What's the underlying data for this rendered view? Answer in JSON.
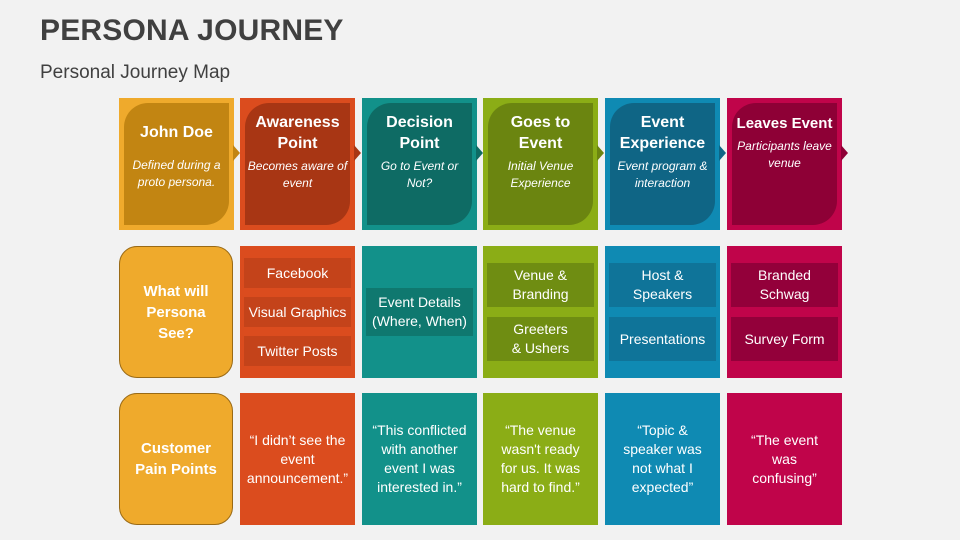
{
  "header": {
    "title": "PERSONA JOURNEY",
    "subtitle": "Personal Journey Map"
  },
  "colors": {
    "yellow": "#efaa2c",
    "yellow_dark": "#c28512",
    "orange": "#db4c1e",
    "orange_dark": "#a83614",
    "teal": "#12918a",
    "teal_dark": "#0e6b64",
    "green": "#8bad16",
    "green_dark": "#6b8510",
    "blue": "#0f8ab3",
    "blue_dark": "#0f6585",
    "crimson": "#c0044a",
    "crimson_dark": "#8e0036",
    "chip_orange": "#c4431a",
    "chip_teal": "#0f786f",
    "chip_green": "#6f8d12",
    "chip_blue": "#0f7499",
    "chip_crimson": "#93003a"
  },
  "stages": [
    {
      "title": "John Doe",
      "subtitle": "Defined during a proto persona."
    },
    {
      "title": "Awareness Point",
      "subtitle": "Becomes aware of event"
    },
    {
      "title": "Decision Point",
      "subtitle": "Go to Event or Not?"
    },
    {
      "title": "Goes to Event",
      "subtitle": "Initial Venue Experience"
    },
    {
      "title": "Event Experience",
      "subtitle": "Event program & interaction"
    },
    {
      "title": "Leaves Event",
      "subtitle": "Participants leave venue"
    }
  ],
  "rows": {
    "see": {
      "label": "What will Persona See?",
      "cells": [
        [
          "Facebook",
          "Visual Graphics",
          "Twitter Posts"
        ],
        [
          "Event Details (Where, When)"
        ],
        [
          "Venue & Branding",
          "Greeters & Ushers"
        ],
        [
          "Host & Speakers",
          "Presentations"
        ],
        [
          "Branded Schwag",
          "Survey Form"
        ]
      ]
    },
    "pain": {
      "label": "Customer Pain Points",
      "cells": [
        "“I didn’t see the event announcement.”",
        "“This conflicted with another event I was interested in.”",
        "“The venue wasn't ready for us. It was hard to find.”",
        "“Topic & speaker was not what I expected”",
        "“The event was confusing”"
      ]
    }
  }
}
